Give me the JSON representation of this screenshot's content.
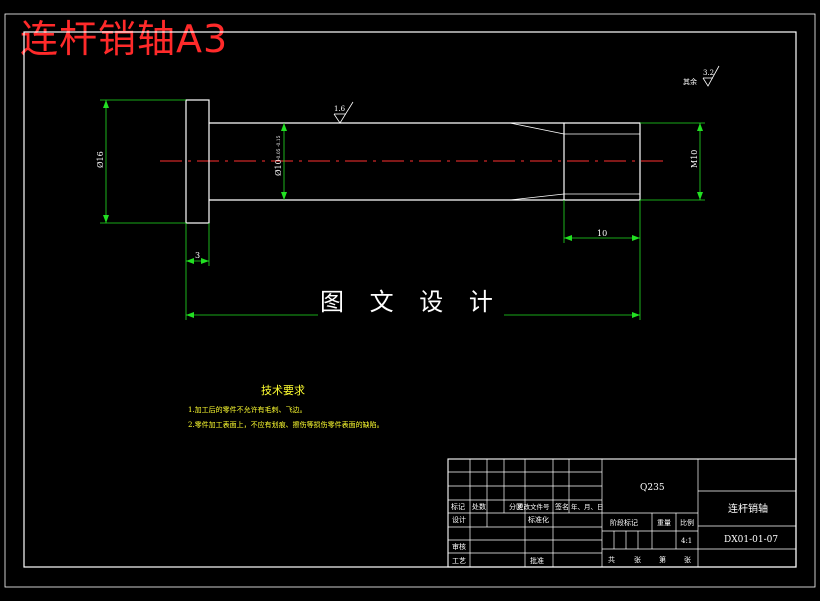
{
  "title_watermark": "连杆销轴A3",
  "center_label": "图 文 设 计",
  "surface_roughness": {
    "other": "其余",
    "other_value": "3.2",
    "mid_value": "1.6"
  },
  "dimensions": {
    "head_diameter": "Ø16",
    "shaft_diameter": "Ø10",
    "shaft_tolerance": "-0.05 -0.15",
    "thread": "M10",
    "head_thickness": "3",
    "thread_length": "10"
  },
  "technical_requirements": {
    "heading": "技术要求",
    "items": [
      "1.加工后的零件不允许有毛刺、飞边。",
      "2.零件加工表面上，不应有划痕、擦伤等损伤零件表面的缺陷。"
    ]
  },
  "title_block": {
    "material": "Q235",
    "part_name": "连杆销轴",
    "drawing_number": "DX01-01-07",
    "scale_value": "4:1",
    "labels": {
      "mark": "标记",
      "count": "处数",
      "zone": "分区",
      "change_doc": "更改文件号",
      "signature": "签名",
      "date": "年、月、日",
      "design": "设计",
      "standardization": "标准化",
      "stage_mark": "阶段标记",
      "weight": "重量",
      "scale": "比例",
      "review": "审核",
      "process": "工艺",
      "approve": "批准",
      "total": "共",
      "sheets": "张",
      "no": "第",
      "sheet": "张"
    }
  }
}
